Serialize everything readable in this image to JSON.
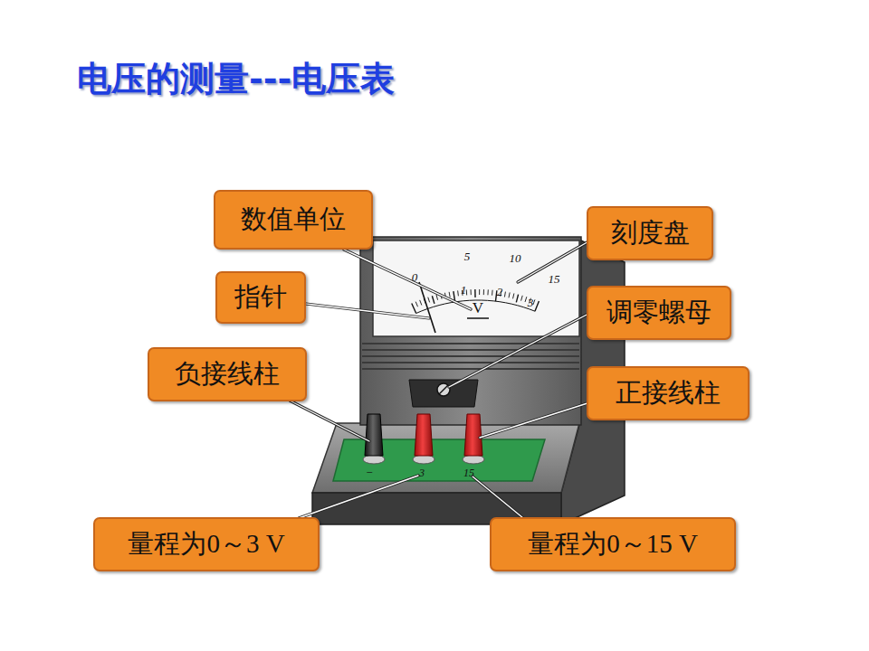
{
  "diagram": {
    "title": "电压的测量---电压表",
    "nodes": [
      {
        "text": [
          "数值单位"
        ]
      },
      {
        "text": [
          "刻度盘"
        ]
      },
      {
        "text": [
          "指针"
        ]
      },
      {
        "text": [
          "调零螺母"
        ]
      },
      {
        "text": [
          "负接线柱"
        ]
      },
      {
        "text": [
          "正接线柱"
        ]
      },
      {
        "text": [
          "量程为0～3 V"
        ]
      },
      {
        "text": [
          "量程为0～15 V"
        ]
      }
    ],
    "labels": [
      "0",
      "5",
      "10",
      "15",
      "1",
      "2",
      "3",
      "V",
      "−",
      "3",
      "15"
    ]
  }
}
